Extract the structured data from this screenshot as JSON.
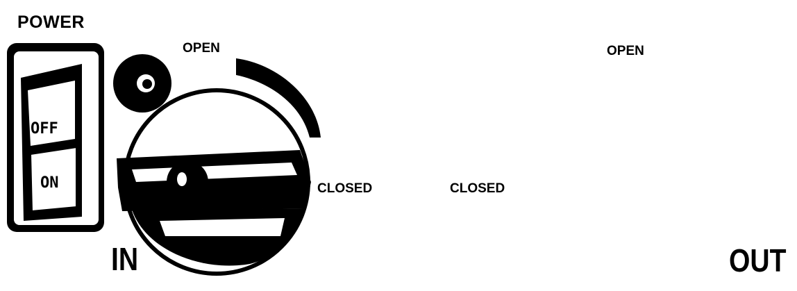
{
  "labels": {
    "power": "POWER",
    "switch_off": "OFF",
    "switch_on": "ON",
    "open_left": "OPEN",
    "closed_left": "CLOSED",
    "in": "IN",
    "open_right": "OPEN",
    "closed_right": "CLOSED",
    "out": "OUT"
  },
  "icons": {
    "in_arrow": "up-arrow-icon",
    "out_arrow": "down-arrow-icon"
  },
  "colors": {
    "ink": "#000000",
    "paper": "#ffffff"
  }
}
